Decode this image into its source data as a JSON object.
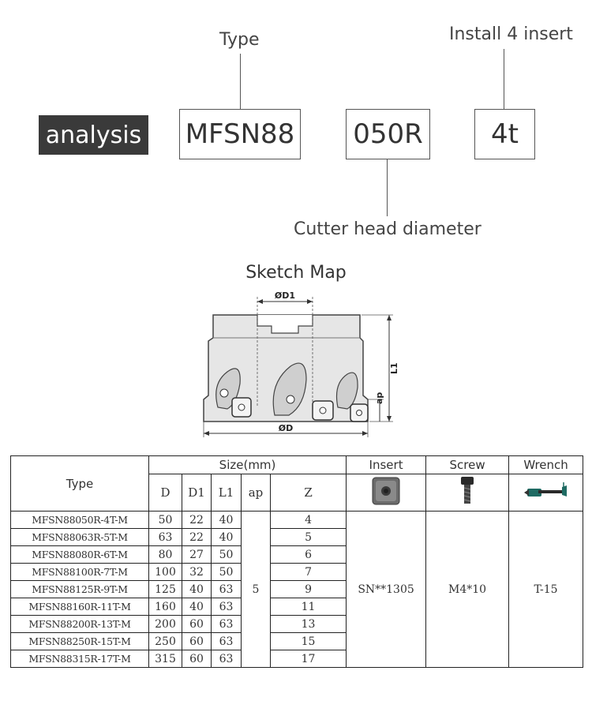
{
  "callouts": {
    "type": "Type",
    "install": "Install 4 insert",
    "diameter": "Cutter head diameter"
  },
  "analysis_label": "analysis",
  "code": {
    "series": "MFSN88",
    "diameter": "050R",
    "teeth": "4t"
  },
  "sketch": {
    "title": "Sketch Map",
    "labels": {
      "d1": "ØD1",
      "d": "ØD",
      "l1": "L1",
      "ap": "ap"
    }
  },
  "table": {
    "type_header": "Type",
    "size_header": "Size(mm)",
    "insert_header": "Insert",
    "screw_header": "Screw",
    "wrench_header": "Wrench",
    "cols": [
      "D",
      "D1",
      "L1",
      "ap",
      "Z"
    ],
    "rows": [
      {
        "type": "MFSN88050R-4T-M",
        "d": "50",
        "d1": "22",
        "l1": "40",
        "z": "4"
      },
      {
        "type": "MFSN88063R-5T-M",
        "d": "63",
        "d1": "22",
        "l1": "40",
        "z": "5"
      },
      {
        "type": "MFSN88080R-6T-M",
        "d": "80",
        "d1": "27",
        "l1": "50",
        "z": "6"
      },
      {
        "type": "MFSN88100R-7T-M",
        "d": "100",
        "d1": "32",
        "l1": "50",
        "z": "7"
      },
      {
        "type": "MFSN88125R-9T-M",
        "d": "125",
        "d1": "40",
        "l1": "63",
        "z": "9"
      },
      {
        "type": "MFSN88160R-11T-M",
        "d": "160",
        "d1": "40",
        "l1": "63",
        "z": "11"
      },
      {
        "type": "MFSN88200R-13T-M",
        "d": "200",
        "d1": "60",
        "l1": "63",
        "z": "13"
      },
      {
        "type": "MFSN88250R-15T-M",
        "d": "250",
        "d1": "60",
        "l1": "63",
        "z": "15"
      },
      {
        "type": "MFSN88315R-17T-M",
        "d": "315",
        "d1": "60",
        "l1": "63",
        "z": "17"
      }
    ],
    "ap_value": "5",
    "insert_value": "SN**1305",
    "screw_value": "M4*10",
    "wrench_value": "T-15"
  }
}
